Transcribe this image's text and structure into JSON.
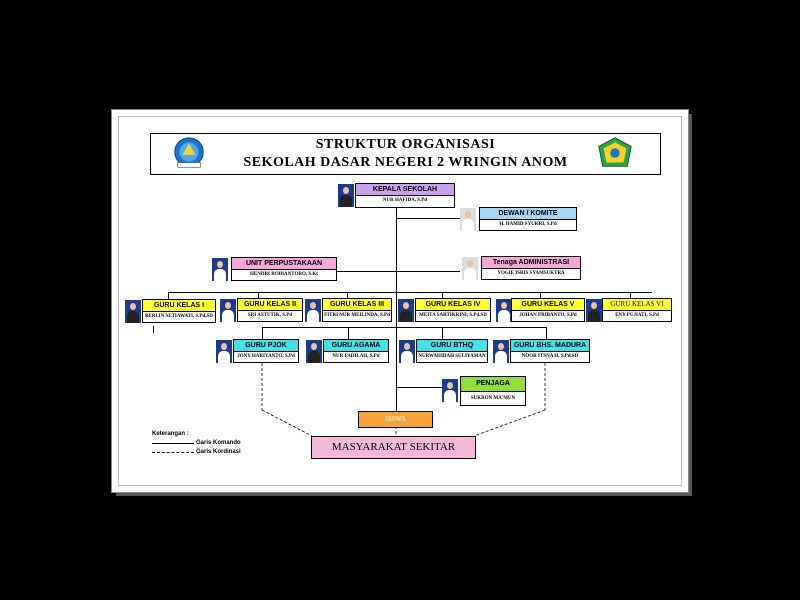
{
  "title": {
    "line1": "STRUKTUR ORGANISASI",
    "line2": "SEKOLAH DASAR NEGERI 2 WRINGIN ANOM"
  },
  "colors": {
    "kepala": "#c9a0ee",
    "komite": "#a8d4f5",
    "perpustakaan": "#f7a8d8",
    "tu": "#f7a8d8",
    "guru_kelas": "#ffff33",
    "guru_mapel": "#44e0e8",
    "penjaga": "#8fdc3c",
    "siswa": "#f6a33a",
    "masyarakat": "#f5b8d8"
  },
  "nodes": {
    "kepala": {
      "role": "KEPALA SEKOLAH",
      "name": "NUR HAFIDA, S.Pd"
    },
    "komite": {
      "role": "DEWAN / KOMITE",
      "name": "H. HAMID SYUKRI, S.Pd"
    },
    "perpustakaan": {
      "role": "UNIT PERPUSTAKAAN",
      "name": "HENDRI ROBIANTORO, S.Kt"
    },
    "tu": {
      "role": "Tenaga ADMINISTRASI",
      "name": "YOGIE ISRIS SYAMSUKTRA"
    },
    "kelas1": {
      "role": "GURU KELAS I",
      "name": "BERLIN SETIAWATI, S.Pd.SD"
    },
    "kelas2": {
      "role": "GURU KELAS II",
      "name": "SRI ASTUTIK, S.Pd"
    },
    "kelas3": {
      "role": "GURU KELAS III",
      "name": "FITRI NUR MEILINDA, S.Pd"
    },
    "kelas4": {
      "role": "GURU KELAS IV",
      "name": "MEITA SARTIKRINI, S.Pd.SD"
    },
    "kelas5": {
      "role": "GURU KELAS V",
      "name": "JOHAN PRIBANTO, S.Pd"
    },
    "kelas6": {
      "role": "GURU KELAS VI",
      "name": "ENY PUJIATI, S.Pd"
    },
    "pjok": {
      "role": "GURU PJOK",
      "name": "JONY HARIYANTO, S.Pd"
    },
    "agama": {
      "role": "GURU AGAMA",
      "name": "NUR FADILAH, S.Pd"
    },
    "btq": {
      "role": "GURU BTHQ",
      "name": "NURWAHIDAH SULIYAMAN"
    },
    "madura": {
      "role": "GURU BHS. MADURA",
      "name": "NOOR ITSNA H, S.Pd.SD"
    },
    "penjaga": {
      "role": "PENJAGA",
      "name": "SUKRON MA'MUN"
    }
  },
  "siswa": "SISWA",
  "masyarakat": "MASYARAKAT SEKITAR",
  "legend": {
    "title": "Keterangan :",
    "solid": "Garis Komando",
    "dashed": "Garis Kordinasi"
  }
}
